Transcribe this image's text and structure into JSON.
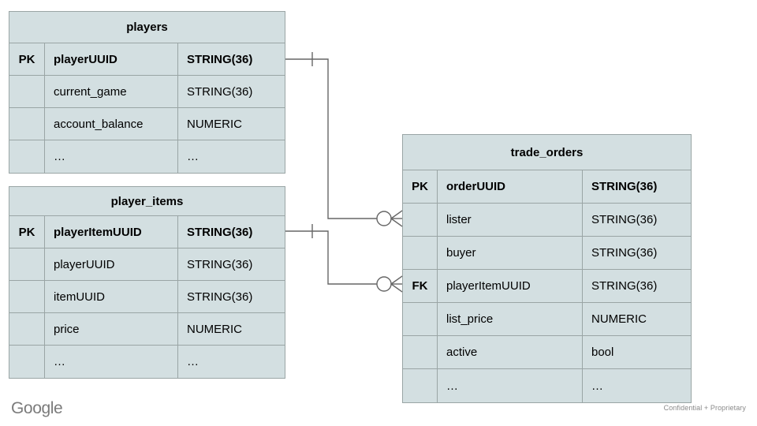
{
  "diagram": {
    "type": "entity-relationship-diagram",
    "colors": {
      "entity_fill": "#d3dfe1",
      "entity_border": "#9aa5a5",
      "connector": "#666666",
      "text": "#000000",
      "footer_text": "#8a8a8a",
      "logo": "#7b7b7b"
    },
    "entities": [
      {
        "id": "players",
        "title": "players",
        "rows": [
          {
            "key": "PK",
            "name": "playerUUID",
            "type": "STRING(36)",
            "primary": true
          },
          {
            "key": "",
            "name": "current_game",
            "type": "STRING(36)",
            "primary": false
          },
          {
            "key": "",
            "name": "account_balance",
            "type": "NUMERIC",
            "primary": false
          },
          {
            "key": "",
            "name": "…",
            "type": "…",
            "primary": false
          }
        ]
      },
      {
        "id": "player_items",
        "title": "player_items",
        "rows": [
          {
            "key": "PK",
            "name": "playerItemUUID",
            "type": "STRING(36)",
            "primary": true
          },
          {
            "key": "",
            "name": "playerUUID",
            "type": "STRING(36)",
            "primary": false
          },
          {
            "key": "",
            "name": "itemUUID",
            "type": "STRING(36)",
            "primary": false
          },
          {
            "key": "",
            "name": "price",
            "type": "NUMERIC",
            "primary": false
          },
          {
            "key": "",
            "name": "…",
            "type": "…",
            "primary": false
          }
        ]
      },
      {
        "id": "trade_orders",
        "title": "trade_orders",
        "rows": [
          {
            "key": "PK",
            "name": "orderUUID",
            "type": "STRING(36)",
            "primary": true
          },
          {
            "key": "",
            "name": "lister",
            "type": "STRING(36)",
            "primary": false
          },
          {
            "key": "",
            "name": "buyer",
            "type": "STRING(36)",
            "primary": false
          },
          {
            "key": "FK",
            "name": "playerItemUUID",
            "type": "STRING(36)",
            "primary": false
          },
          {
            "key": "",
            "name": "list_price",
            "type": "NUMERIC",
            "primary": false
          },
          {
            "key": "",
            "name": "active",
            "type": "bool",
            "primary": false
          },
          {
            "key": "",
            "name": "…",
            "type": "…",
            "primary": false
          }
        ]
      }
    ],
    "relationships": [
      {
        "id": "players-to-trade-orders",
        "from_entity": "players",
        "from_field": "playerUUID",
        "to_entity": "trade_orders",
        "to_field": "lister",
        "from_cardinality": "one",
        "to_cardinality": "zero-or-many"
      },
      {
        "id": "player-items-to-trade-orders",
        "from_entity": "player_items",
        "from_field": "playerItemUUID",
        "to_entity": "trade_orders",
        "to_field": "playerItemUUID",
        "from_cardinality": "one",
        "to_cardinality": "zero-or-many"
      }
    ]
  },
  "footer": {
    "logo_text": "Google",
    "note": "Confidential + Proprietary"
  }
}
